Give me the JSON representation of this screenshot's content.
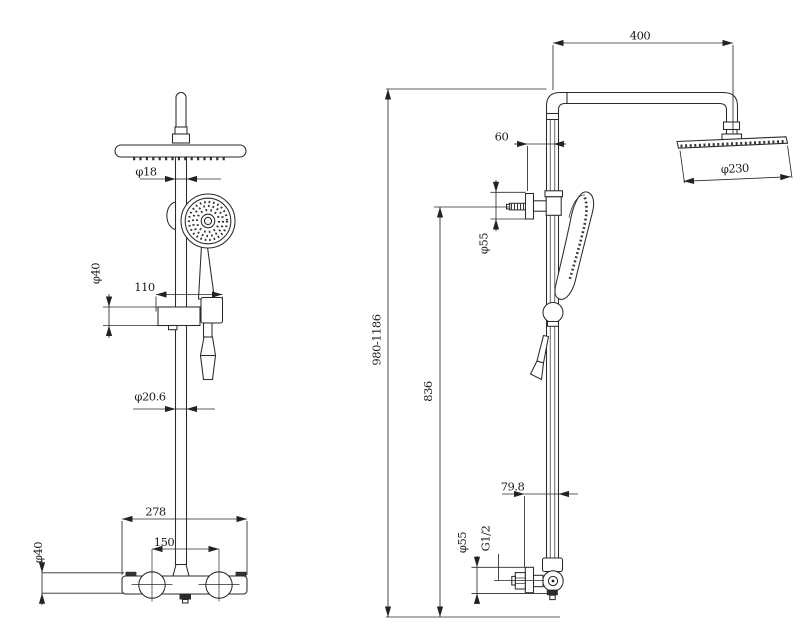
{
  "drawing": {
    "background": "#ffffff",
    "line_color": "#2a2a2a",
    "views": {
      "front": {
        "dims": {
          "head_pipe_dia": "φ18",
          "slider_dia": "φ40",
          "handshower_offset": "110",
          "rail_dia": "φ20.6",
          "valve_width": "278",
          "inlet_center_dist": "150",
          "valve_body_dia": "φ40"
        }
      },
      "side": {
        "dims": {
          "arm_reach": "400",
          "bracket_offset": "60",
          "head_dia": "φ230",
          "bracket_flange_dia": "φ55",
          "overall_height": "980-1186",
          "rail_height": "836",
          "valve_depth": "79.8",
          "inlet_flange_dia": "φ55",
          "thread_size": "G1/2"
        }
      }
    }
  }
}
